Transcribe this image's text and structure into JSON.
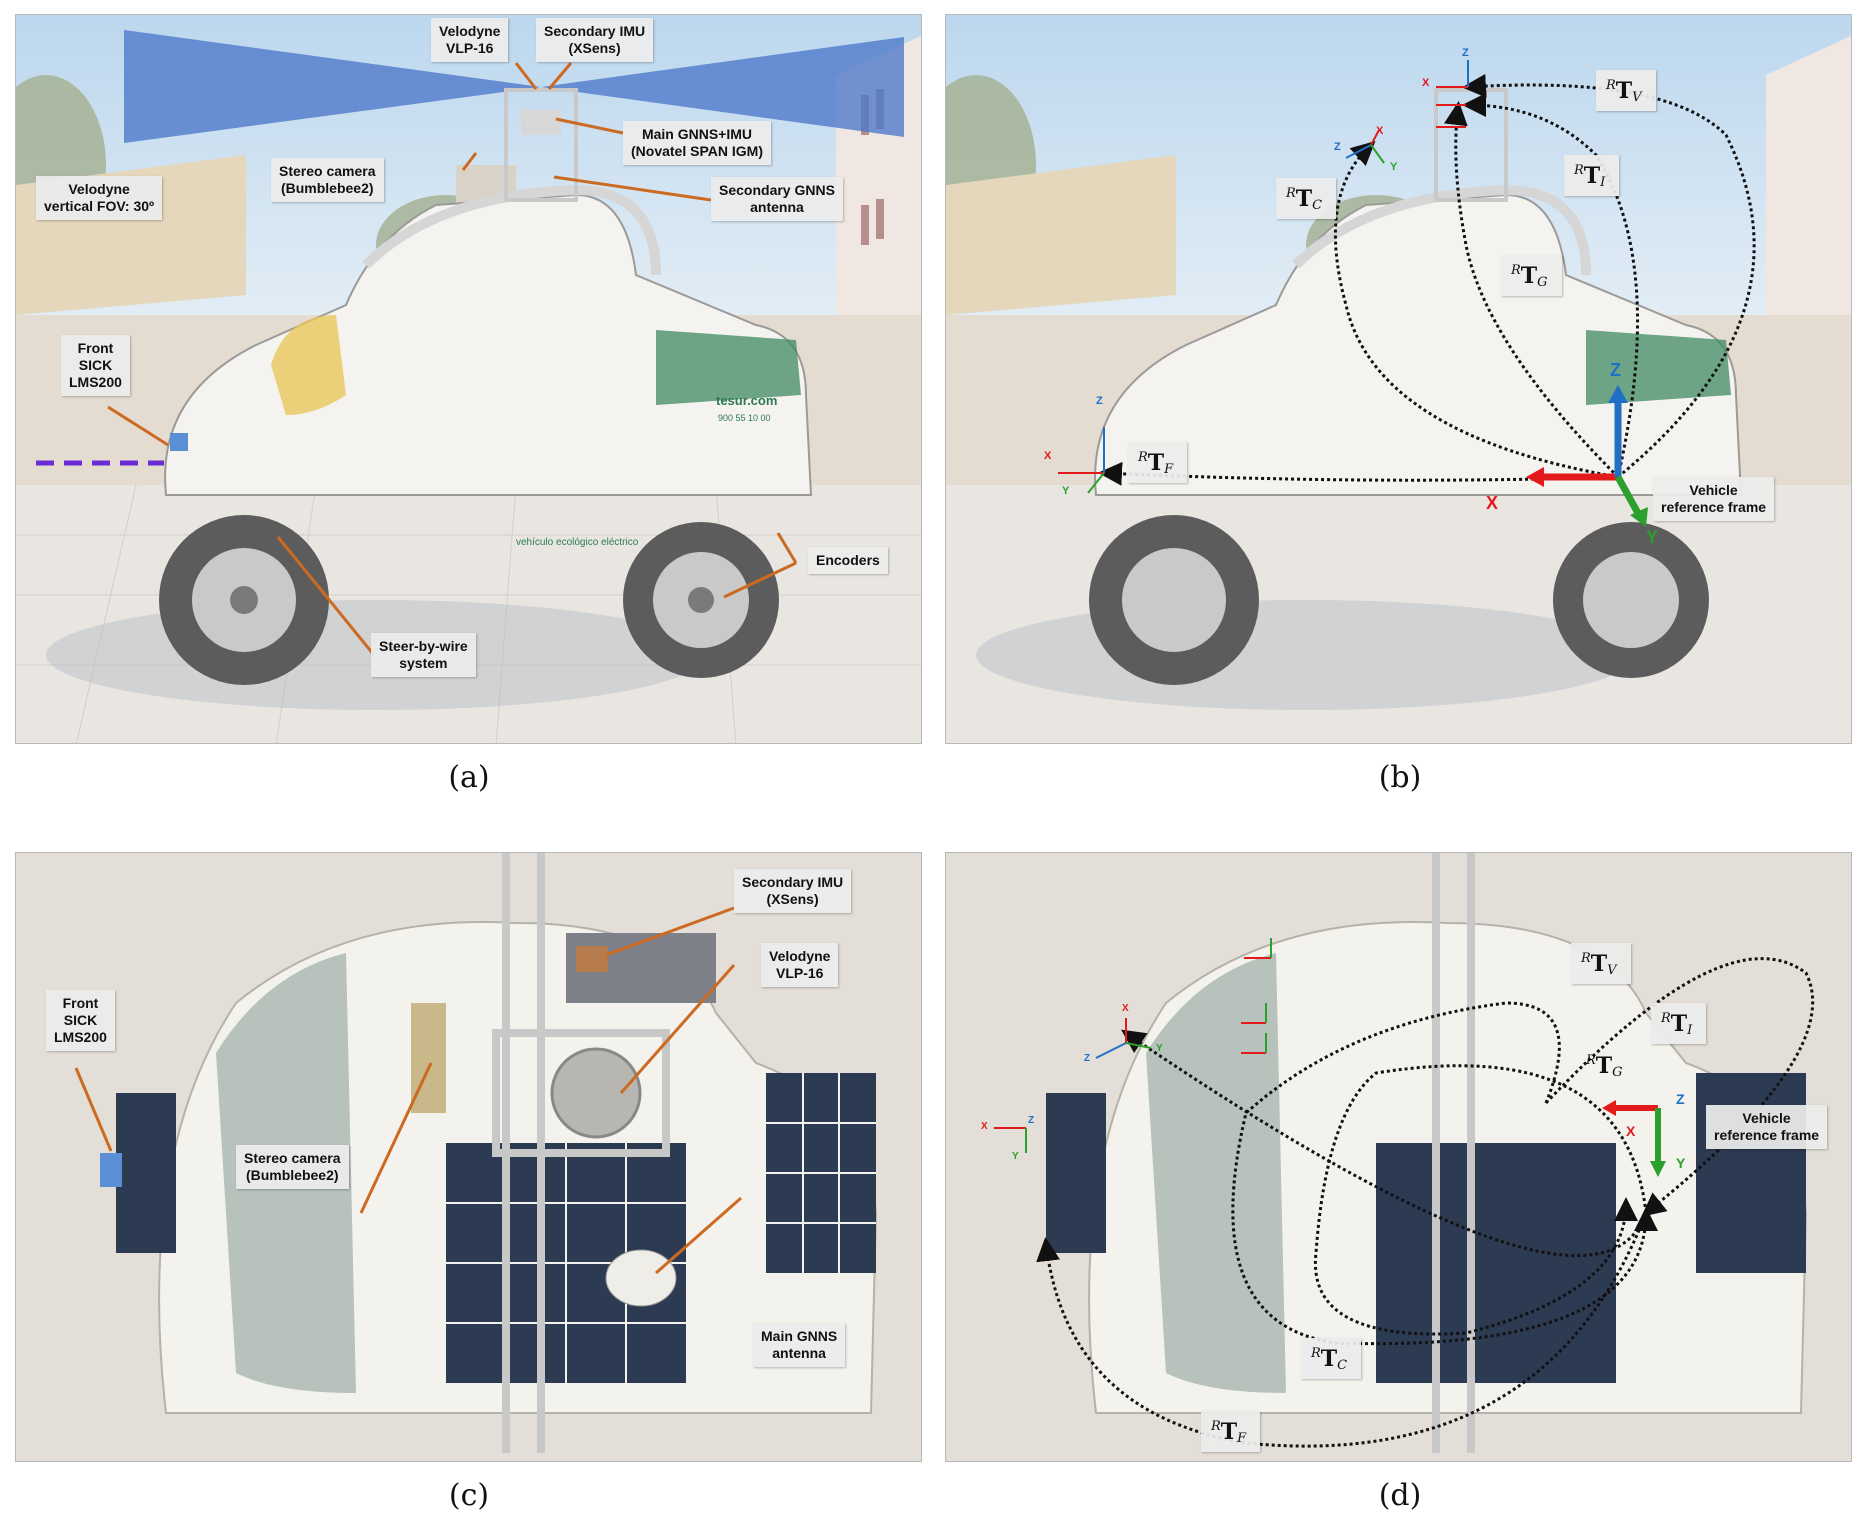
{
  "colors": {
    "axis_x": "#e31a1c",
    "axis_y": "#2ca02c",
    "axis_z": "#1f6fc4",
    "leader": "#cc6a22",
    "path": "#111111"
  },
  "panel_a": {
    "caption": "(a)",
    "labels": {
      "velodyne": [
        "Velodyne",
        "VLP-16"
      ],
      "secondary_imu": [
        "Secondary IMU",
        "(XSens)"
      ],
      "main_gnns_imu": [
        "Main GNNS+IMU",
        "(Novatel SPAN IGM)"
      ],
      "stereo_camera": [
        "Stereo camera",
        "(Bumblebee2)"
      ],
      "velodyne_fov": [
        "Velodyne",
        "vertical FOV:  30º"
      ],
      "secondary_gnns": [
        "Secondary GNNS",
        "antenna"
      ],
      "front_sick": [
        "Front",
        "SICK",
        "LMS200"
      ],
      "encoders": [
        "Encoders"
      ],
      "steer_by_wire": [
        "Steer-by-wire",
        "system"
      ]
    },
    "painted_text": {
      "brand": "tesur.com",
      "phone": "900 55 10 00",
      "side": "vehículo ecológico eléctrico"
    }
  },
  "panel_b": {
    "caption": "(b)",
    "transforms": {
      "v": "V",
      "i": "I",
      "c": "C",
      "g": "G",
      "f": "F",
      "prefix": "R",
      "symbol": "T"
    },
    "vehicle_frame": [
      "Vehicle",
      "reference frame"
    ],
    "axes": {
      "x": "X",
      "y": "Y",
      "z": "Z"
    }
  },
  "panel_c": {
    "caption": "(c)",
    "labels": {
      "secondary_imu": [
        "Secondary IMU",
        "(XSens)"
      ],
      "velodyne": [
        "Velodyne",
        "VLP-16"
      ],
      "front_sick": [
        "Front",
        "SICK",
        "LMS200"
      ],
      "stereo_camera": [
        "Stereo camera",
        "(Bumblebee2)"
      ],
      "main_gnns": [
        "Main GNNS",
        "antenna"
      ]
    }
  },
  "panel_d": {
    "caption": "(d)",
    "transforms": {
      "v": "V",
      "i": "I",
      "g": "G",
      "c": "C",
      "f": "F",
      "prefix": "R",
      "symbol": "T"
    },
    "vehicle_frame": [
      "Vehicle",
      "reference frame"
    ],
    "axes": {
      "x": "X",
      "y": "Y",
      "z": "Z"
    }
  }
}
